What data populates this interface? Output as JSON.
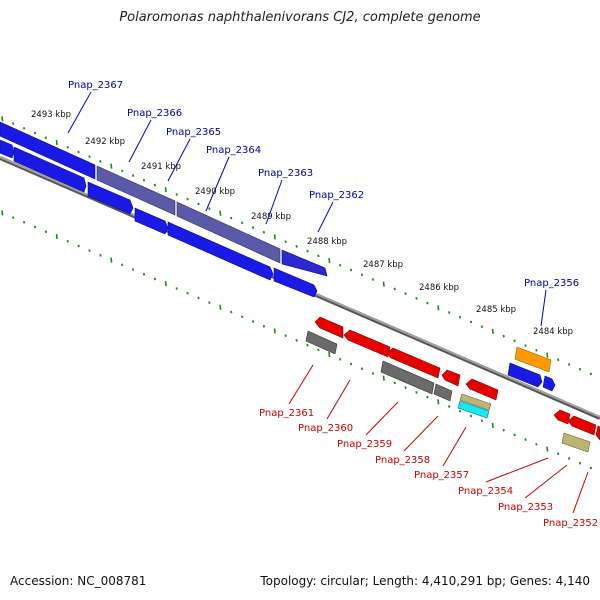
{
  "title": "Polaromonas naphthalenivorans CJ2, complete genome",
  "footer": {
    "accession": "Accession: NC_008781",
    "summary": "Topology: circular; Length: 4,410,291 bp; Genes: 4,140"
  },
  "colors": {
    "blue": "#1a1ae6",
    "red": "#e60000",
    "gray": "#6a6a6a",
    "orange": "#ff9900",
    "cyan": "#18e8f0",
    "khaki": "#bdb373",
    "ticks": "#1a8a1a",
    "backbone": "#8c8c8c",
    "label_top": "#0000aa",
    "label_bottom": "#cc0000"
  },
  "scale_labels": [
    "2493 kbp",
    "2492 kbp",
    "2491 kbp",
    "2490 kbp",
    "2489 kbp",
    "2488 kbp",
    "2487 kbp",
    "2486 kbp",
    "2485 kbp",
    "2484 kbp"
  ],
  "top_genes": [
    "Pnap_2367",
    "Pnap_2366",
    "Pnap_2365",
    "Pnap_2364",
    "Pnap_2363",
    "Pnap_2362",
    "Pnap_2356"
  ],
  "bottom_genes": [
    "Pnap_2361",
    "Pnap_2360",
    "Pnap_2359",
    "Pnap_2358",
    "Pnap_2357",
    "Pnap_2354",
    "Pnap_2353",
    "Pnap_2352"
  ]
}
